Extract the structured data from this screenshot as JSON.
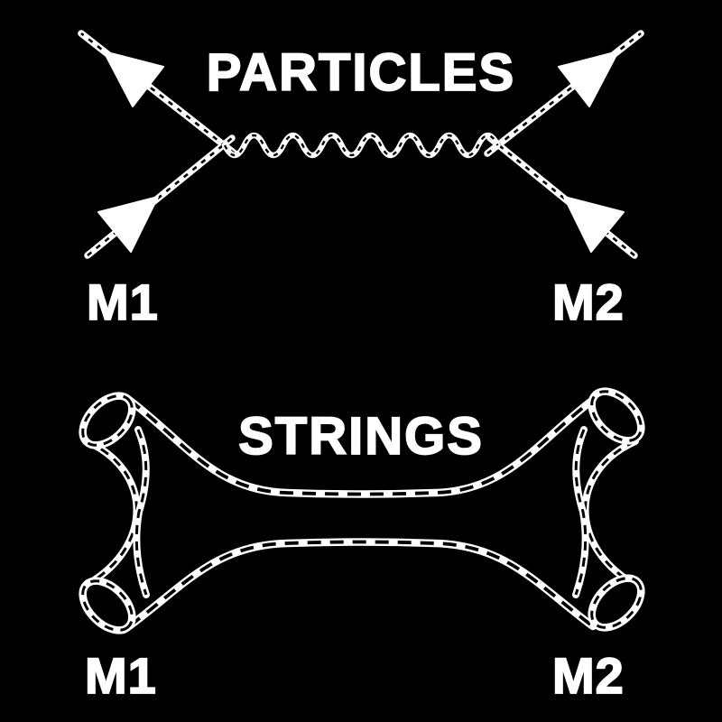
{
  "colors": {
    "background": "#000000",
    "ink": "#ffffff"
  },
  "particles_section": {
    "title": "PARTICLES",
    "left_mass_label": "M1",
    "right_mass_label": "M2"
  },
  "strings_section": {
    "title": "STRINGS",
    "left_mass_label": "M1",
    "right_mass_label": "M2"
  }
}
